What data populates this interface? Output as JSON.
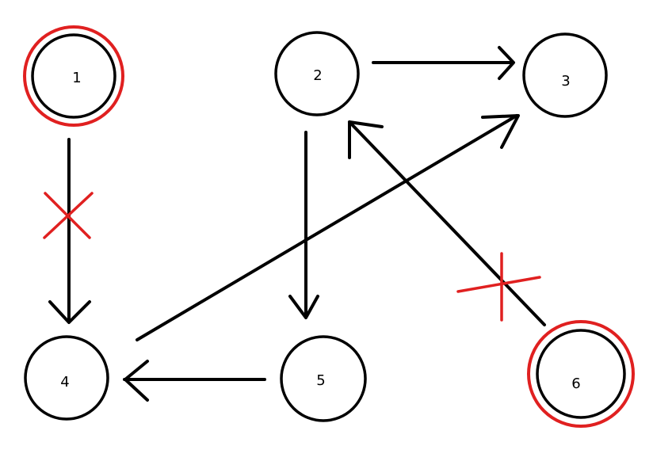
{
  "diagram": {
    "nodes": [
      {
        "id": "1",
        "label": "1",
        "highlighted": true
      },
      {
        "id": "2",
        "label": "2",
        "highlighted": false
      },
      {
        "id": "3",
        "label": "3",
        "highlighted": false
      },
      {
        "id": "4",
        "label": "4",
        "highlighted": false
      },
      {
        "id": "5",
        "label": "5",
        "highlighted": false
      },
      {
        "id": "6",
        "label": "6",
        "highlighted": true
      }
    ],
    "edges": [
      {
        "from": "1",
        "to": "4",
        "crossed_out": true
      },
      {
        "from": "2",
        "to": "3",
        "crossed_out": false
      },
      {
        "from": "2",
        "to": "5",
        "crossed_out": false
      },
      {
        "from": "4",
        "to": "3",
        "crossed_out": false
      },
      {
        "from": "5",
        "to": "4",
        "crossed_out": false
      },
      {
        "from": "6",
        "to": "2",
        "crossed_out": true
      }
    ],
    "colors": {
      "node_stroke": "#000000",
      "highlight_ring": "#e02020",
      "edge": "#000000",
      "cross_mark": "#e02020"
    }
  }
}
